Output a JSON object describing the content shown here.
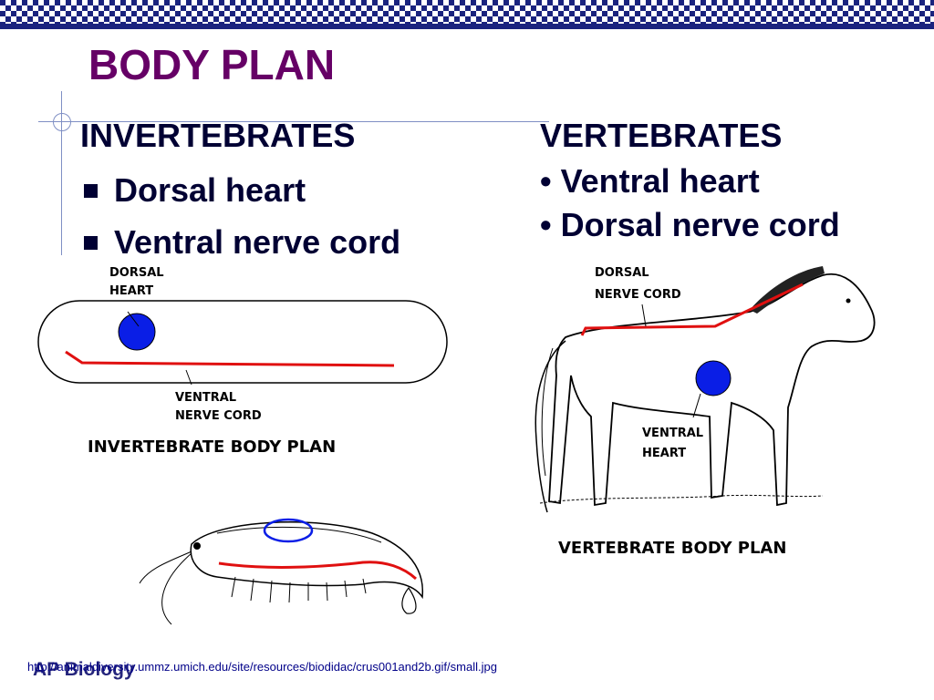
{
  "slide": {
    "title": "BODY PLAN",
    "footer": "AP Biology",
    "source_url": "http://animaldiversity.ummz.umich.edu/site/resources/biodidac/crus001and2b.gif/small.jpg"
  },
  "invertebrates": {
    "heading": "INVERTEBRATES",
    "bullets": [
      "Dorsal heart",
      "Ventral nerve cord"
    ]
  },
  "vertebrates": {
    "heading": "VERTEBRATES",
    "bullets": [
      "Ventral heart",
      "Dorsal nerve cord"
    ]
  },
  "invertebrate_figure": {
    "label_dorsal": "DORSAL",
    "label_heart": "HEART",
    "label_ventral": "VENTRAL",
    "label_nerve_cord": "NERVE CORD",
    "caption": "INVERTEBRATE BODY PLAN"
  },
  "vertebrate_figure": {
    "label_dorsal": "DORSAL",
    "label_nerve_cord": "NERVE CORD",
    "label_ventral": "VENTRAL",
    "label_heart": "HEART",
    "caption": "VERTEBRATE BODY PLAN"
  },
  "colors": {
    "title": "#660066",
    "heart": "#0a1ee6",
    "nerve_cord": "#e01010",
    "band": "#1a237e"
  }
}
